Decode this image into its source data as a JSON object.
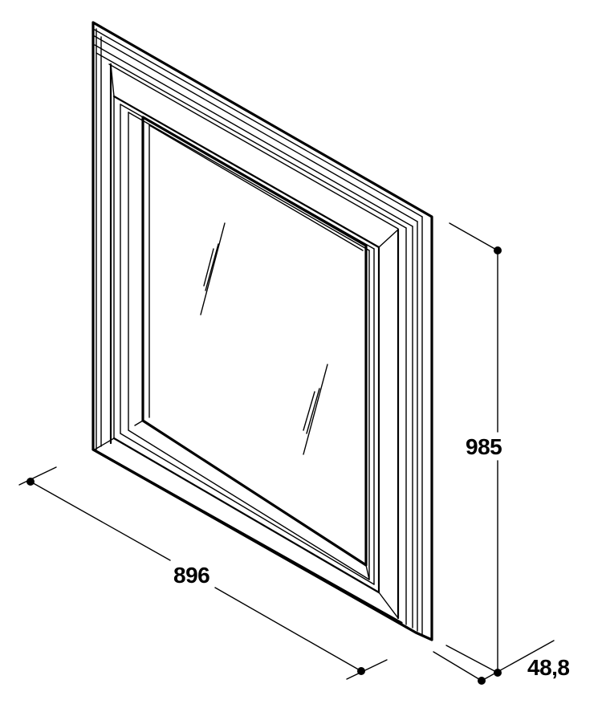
{
  "dimensions": {
    "width": "896",
    "height": "985",
    "depth": "48,8"
  },
  "colors": {
    "line": "#000000",
    "background": "#ffffff"
  }
}
